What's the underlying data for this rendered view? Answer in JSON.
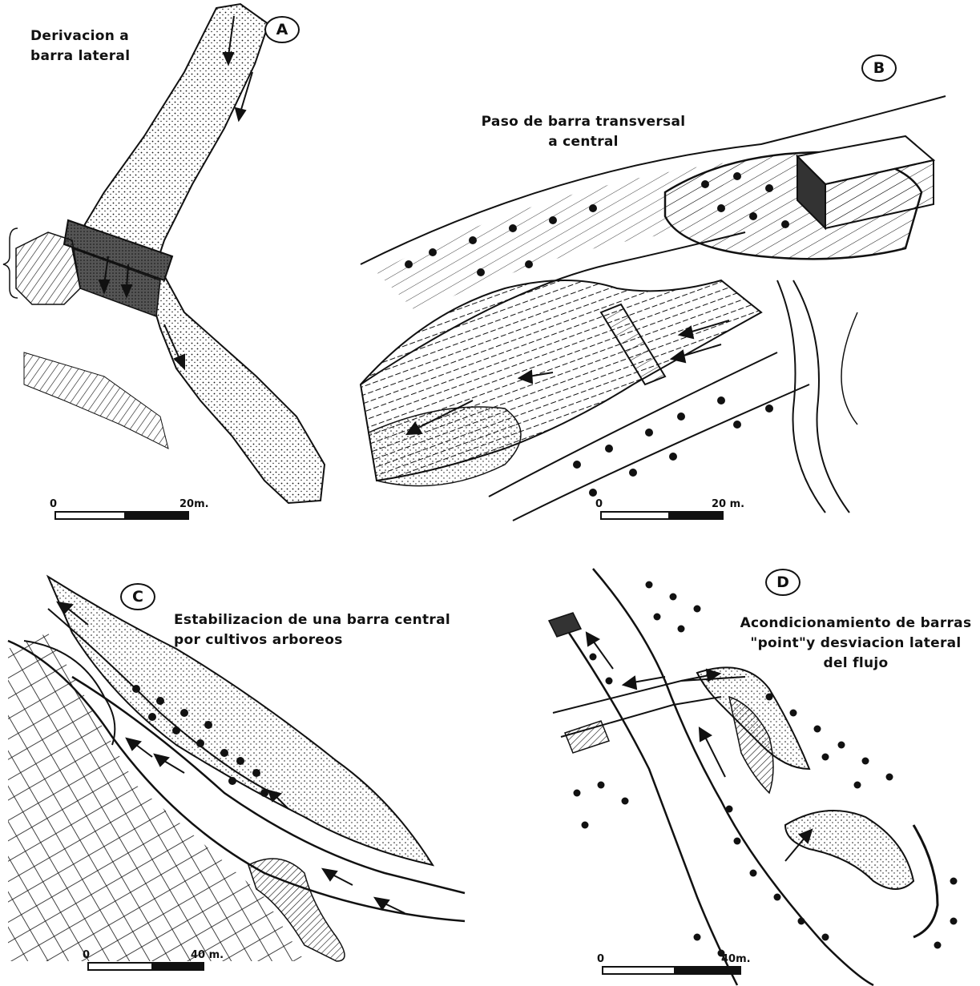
{
  "panels": {
    "a": {
      "label": "A",
      "caption_lines": [
        "Derivacion a",
        "barra lateral"
      ],
      "scale_zero": "0",
      "scale_distance": "20m."
    },
    "b": {
      "label": "B",
      "caption_lines": [
        "Paso de barra transversal",
        "a central"
      ],
      "scale_zero": "0",
      "scale_distance": "20 m."
    },
    "c": {
      "label": "C",
      "caption_lines": [
        "Estabilizacion de una barra central",
        "por cultivos arboreos"
      ],
      "scale_zero": "0",
      "scale_distance": "40 m."
    },
    "d": {
      "label": "D",
      "caption_lines": [
        "Acondicionamiento de barras",
        "\"point\"y desviacion lateral",
        "del flujo"
      ],
      "scale_zero": "0",
      "scale_distance": "40m."
    }
  },
  "colors": {
    "ink": "#111111",
    "paper": "#ffffff"
  },
  "icons": [
    "flow-arrow-icon",
    "tree-icon",
    "building-icon",
    "dam-icon"
  ]
}
